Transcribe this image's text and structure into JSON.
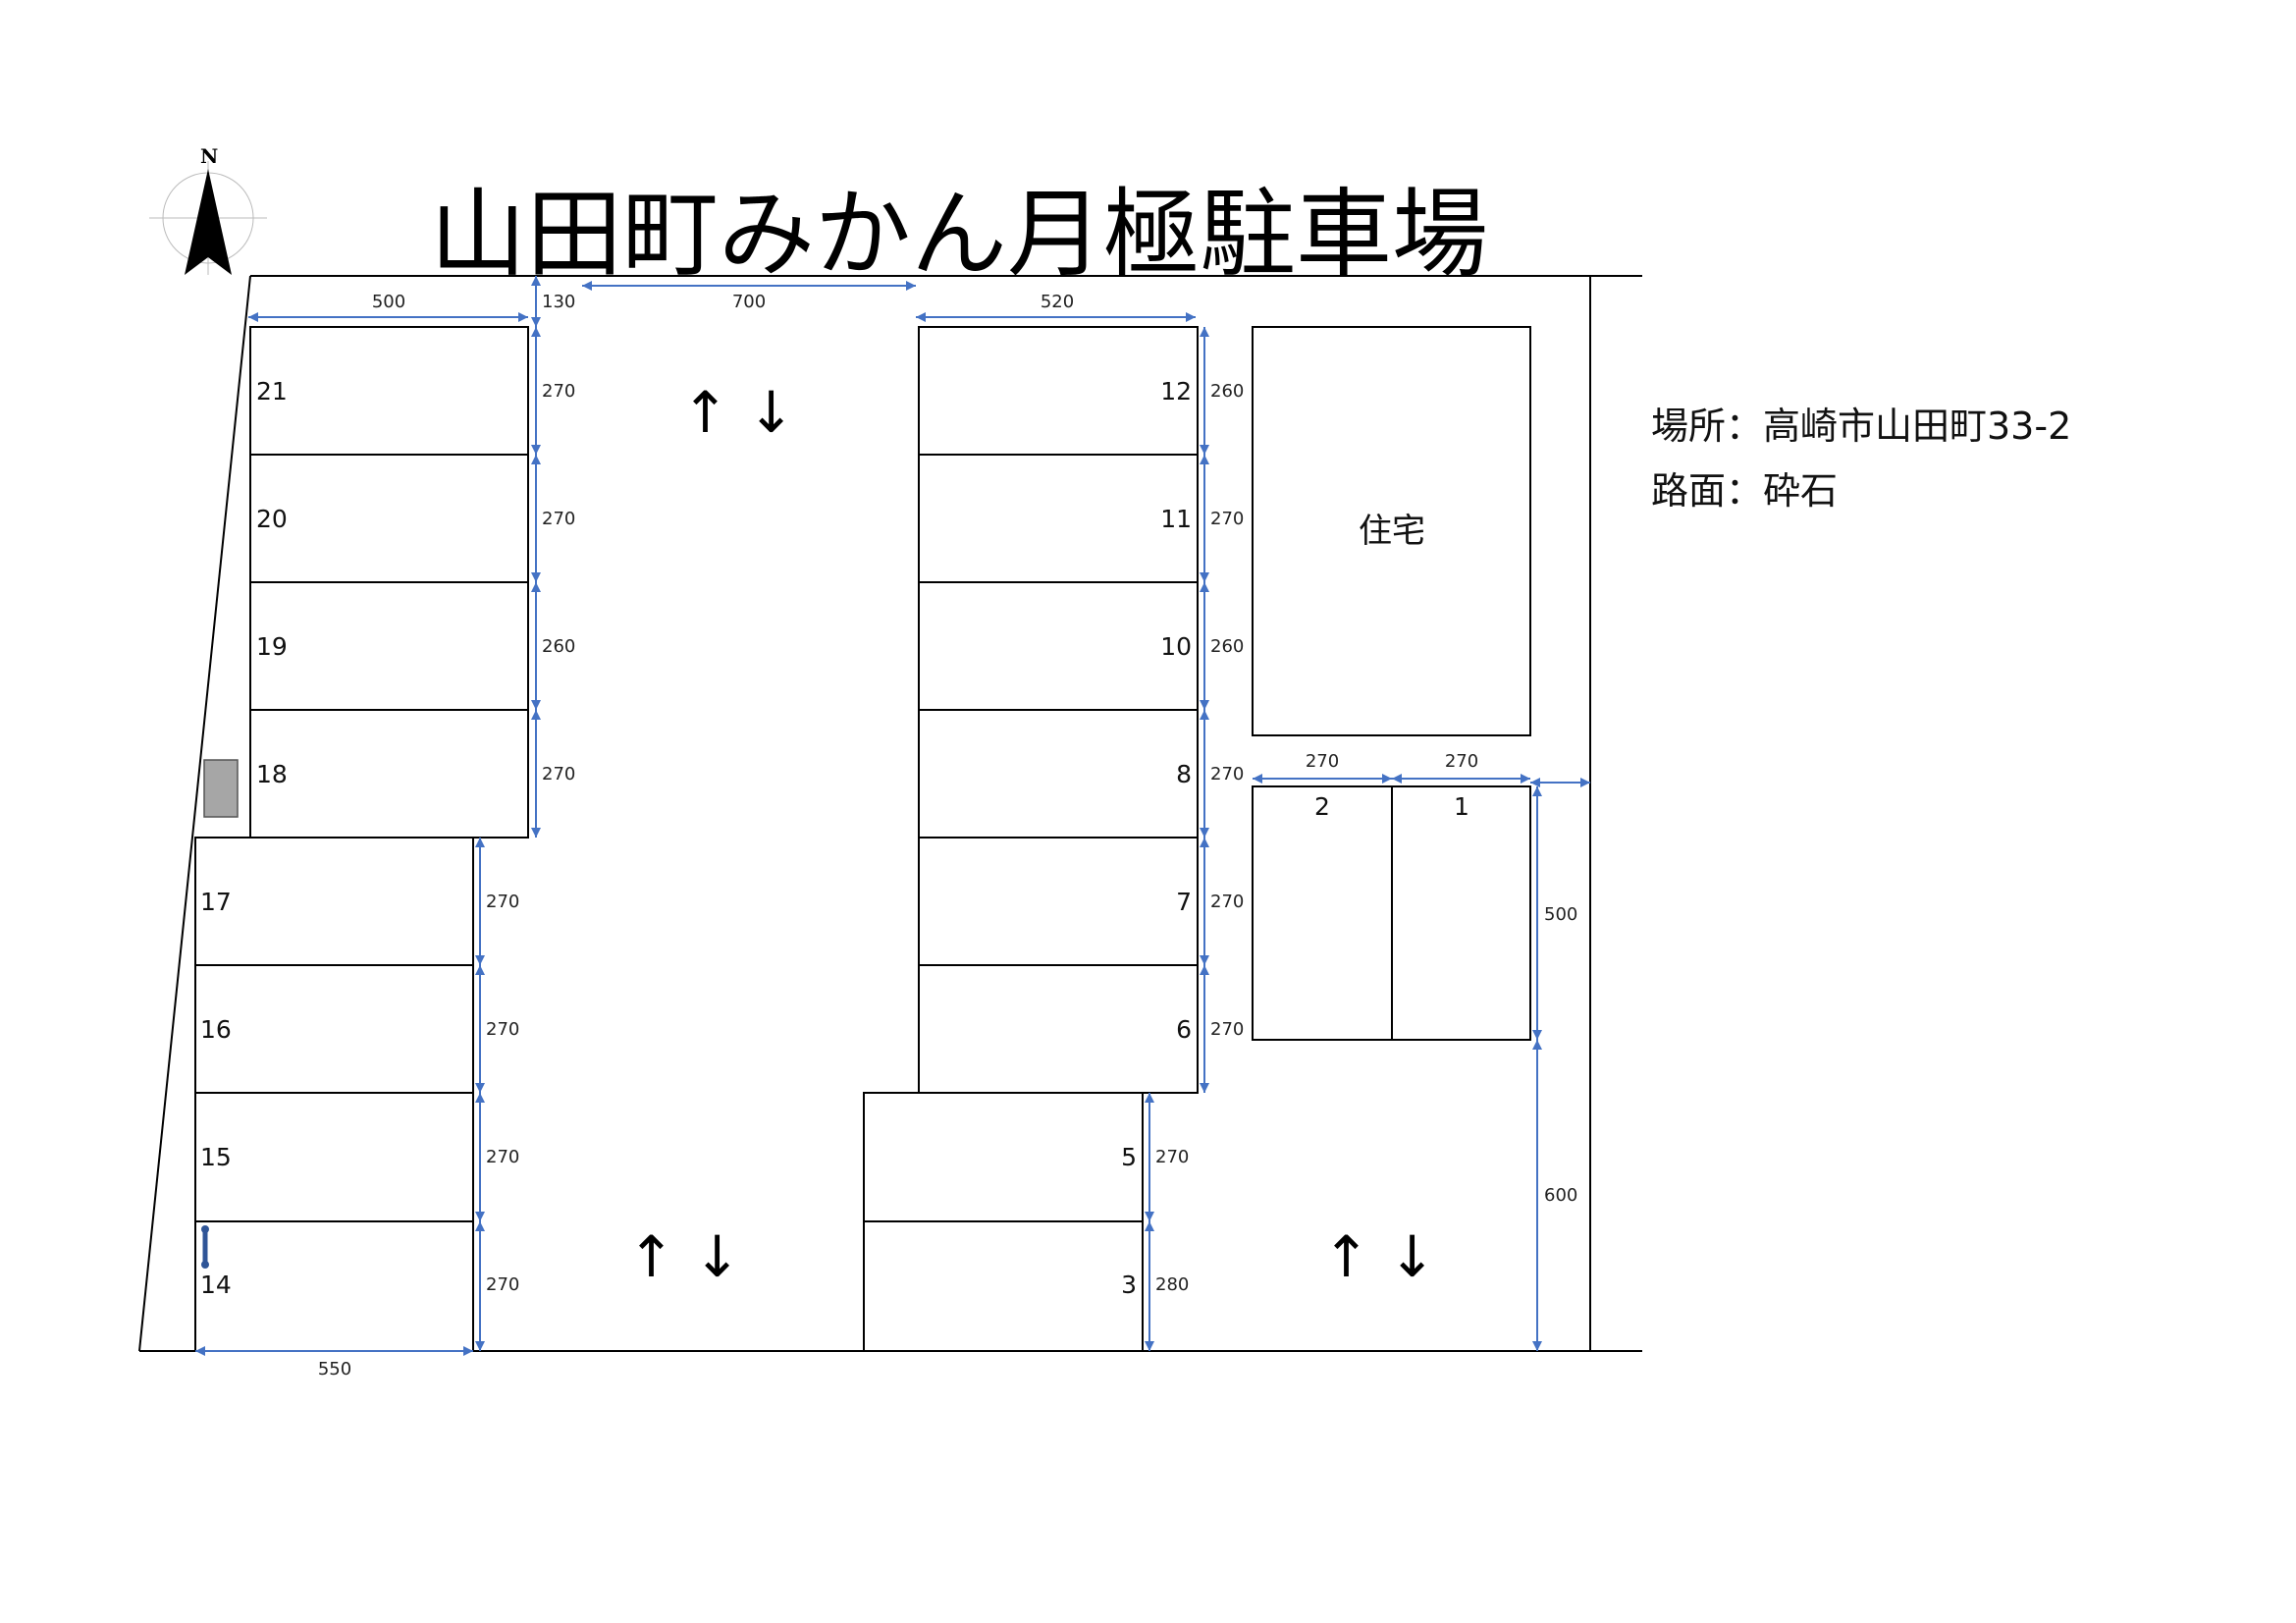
{
  "title": "山田町みかん月極駐車場",
  "compass": {
    "label": "N"
  },
  "info": {
    "location": "場所：高崎市山田町33-2",
    "surface": "路面：砕石"
  },
  "house_label": "住宅",
  "direction_arrows": [
    "↑ ↓",
    "↑ ↓",
    "↑ ↓"
  ],
  "spaces": {
    "s21": "21",
    "s20": "20",
    "s19": "19",
    "s18": "18",
    "s17": "17",
    "s16": "16",
    "s15": "15",
    "s14": "14",
    "s12": "12",
    "s11": "11",
    "s10": "10",
    "s8": "8",
    "s7": "7",
    "s6": "6",
    "s5": "5",
    "s3": "3",
    "s2": "2",
    "s1": "1"
  },
  "dims": {
    "left_top_width": "500",
    "gap_130": "130",
    "aisle_700": "700",
    "center_width": "520",
    "left_bottom_width": "550",
    "r21": "270",
    "r20": "270",
    "r19": "260",
    "r18": "270",
    "r17": "270",
    "r16": "270",
    "r15": "270",
    "r14": "270",
    "r12": "260",
    "r11": "270",
    "r10": "260",
    "r8": "270",
    "r7": "270",
    "r6": "270",
    "r5": "270",
    "r3": "280",
    "w2": "270",
    "w1": "270",
    "h_500": "500",
    "h_600": "600"
  },
  "colors": {
    "line": "#000000",
    "dimension": "#4472c4",
    "meter_box": "#a6a6a6",
    "marker": "#2f5597"
  }
}
